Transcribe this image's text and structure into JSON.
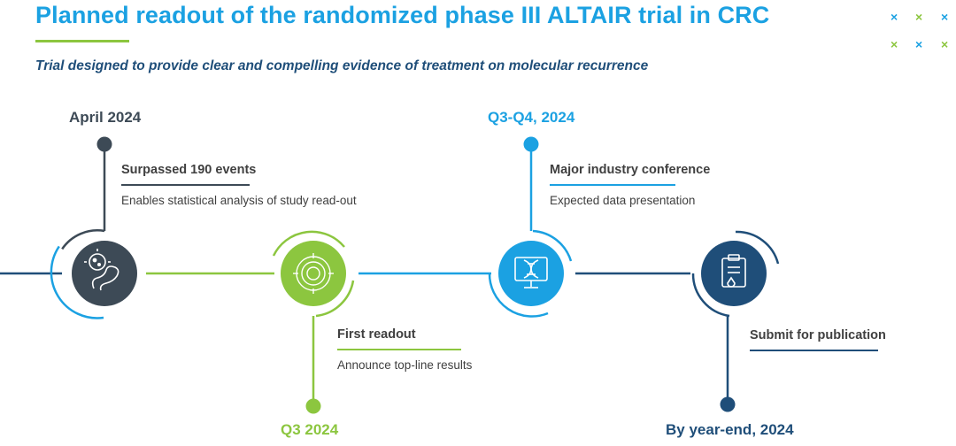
{
  "header": {
    "title": "Planned readout of the randomized phase III ALTAIR trial in CRC",
    "subtitle": "Trial designed to provide clear and compelling evidence of treatment on molecular recurrence"
  },
  "decor": {
    "x_marks": [
      "×",
      "×",
      "×",
      "×",
      "×",
      "×"
    ]
  },
  "colors": {
    "title_blue": "#1ba1e2",
    "accent_green": "#8cc63f",
    "navy": "#1f4e79",
    "slate": "#3d4a56",
    "text_gray": "#404040"
  },
  "steps": [
    {
      "id": "step1",
      "icon": "microbe-intestine-icon",
      "milestone": "April 2024",
      "heading": "Surpassed 190 events",
      "description": "Enables statistical analysis of study read-out",
      "color": "#3d4a56"
    },
    {
      "id": "step2",
      "icon": "target-icon",
      "milestone": "Q3 2024",
      "heading": "First readout",
      "description": "Announce top-line results",
      "color": "#8cc63f"
    },
    {
      "id": "step3",
      "icon": "dna-monitor-icon",
      "milestone": "Q3-Q4, 2024",
      "heading": "Major industry conference",
      "description": "Expected data presentation",
      "color": "#1ba1e2"
    },
    {
      "id": "step4",
      "icon": "clipboard-icon",
      "milestone": "By year-end, 2024",
      "heading": "Submit for publication",
      "description": "",
      "color": "#1f4e79"
    }
  ]
}
